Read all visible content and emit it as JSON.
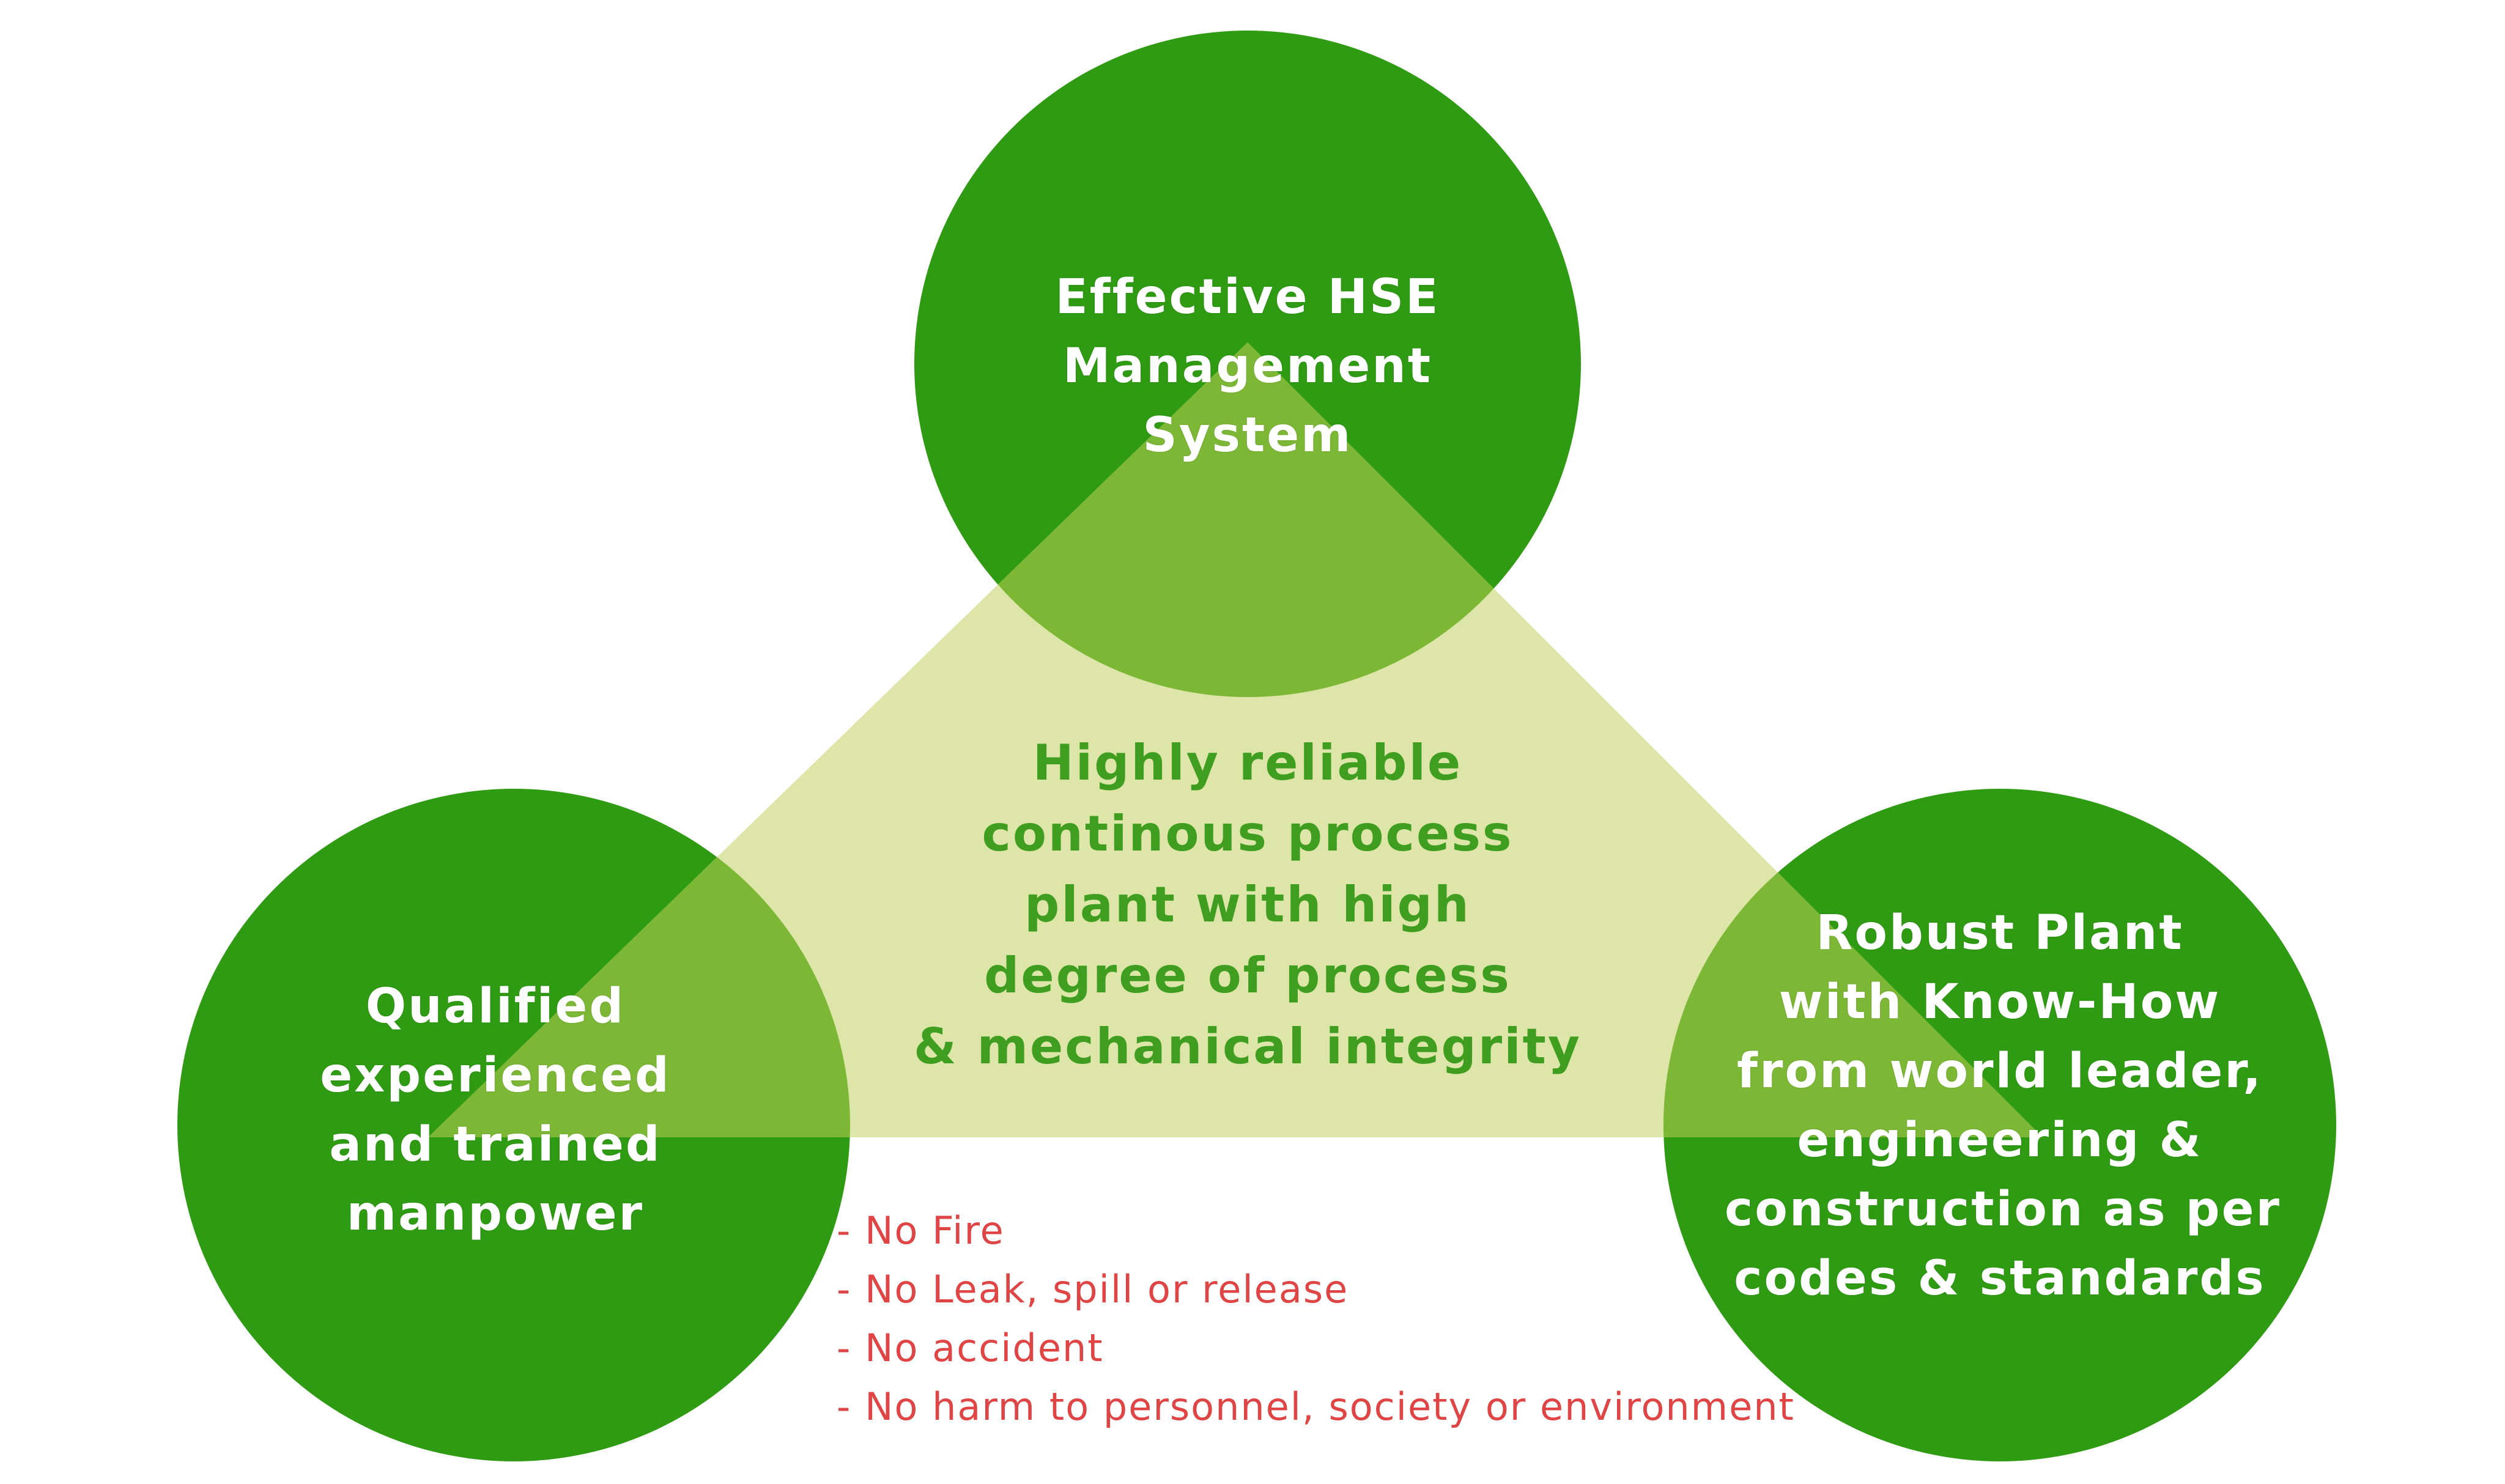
{
  "colors": {
    "circle": "#2e9b12",
    "triangle": "#dde6a8",
    "overlap": "#7cb736",
    "circle_text": "#ffffff",
    "center_text": "#3f9e1f",
    "outcome_text": "#e04545"
  },
  "circles": {
    "top": {
      "lines": [
        "Effective HSE",
        "Management",
        "System"
      ]
    },
    "left": {
      "lines": [
        "Qualified",
        "experienced",
        "and trained",
        "manpower"
      ]
    },
    "right": {
      "lines": [
        "Robust Plant",
        "with Know-How",
        "from world leader,",
        "engineering &",
        "construction as per",
        "codes & standards"
      ]
    }
  },
  "center": {
    "lines": [
      "Highly reliable",
      "continous process",
      "plant with high",
      "degree of  process",
      "& mechanical integrity"
    ]
  },
  "outcomes": [
    "- No Fire",
    "- No Leak, spill or release",
    "- No accident",
    "- No harm to personnel, society or environment"
  ]
}
